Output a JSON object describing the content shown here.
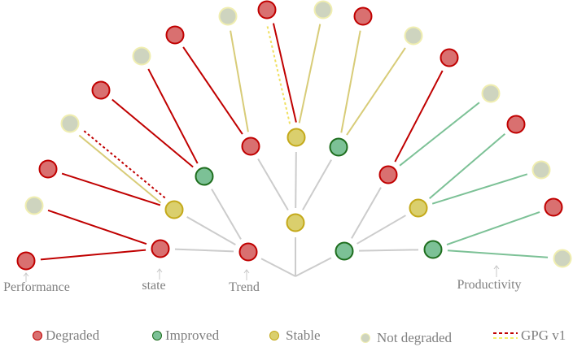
{
  "axis_labels": {
    "performance": "Performance",
    "state": "state",
    "trend": "Trend",
    "productivity": "Productivity"
  },
  "legend": {
    "degraded": "Degraded",
    "improved": "Improved",
    "stable": "Stable",
    "not_degraded": "Not degraded",
    "gpg": "GPG v1"
  },
  "colors": {
    "degraded": {
      "fill": "#d97070",
      "stroke": "#c00000"
    },
    "improved": {
      "fill": "#7cc196",
      "stroke": "#1e6e1e"
    },
    "stable": {
      "fill": "#dacf6d",
      "stroke": "#c4a91a"
    },
    "not_degraded": {
      "fill": "#ced4bf",
      "stroke": "#f0eeb0"
    },
    "edge_gray": "#cccccc",
    "edge_red": "#c00000",
    "edge_yellow": "#d8cc78",
    "edge_green": "#7cc196"
  },
  "nodes": [
    {
      "id": "t-red",
      "status": "degraded"
    },
    {
      "id": "t-yel",
      "status": "stable"
    },
    {
      "id": "t-grn",
      "status": "improved"
    },
    {
      "id": "s1",
      "status": "degraded"
    },
    {
      "id": "s2",
      "status": "stable"
    },
    {
      "id": "s3",
      "status": "improved"
    },
    {
      "id": "s4",
      "status": "degraded"
    },
    {
      "id": "s5",
      "status": "stable"
    },
    {
      "id": "s6",
      "status": "improved"
    },
    {
      "id": "s7",
      "status": "degraded"
    },
    {
      "id": "s8",
      "status": "stable"
    },
    {
      "id": "s9",
      "status": "improved"
    },
    {
      "id": "p1",
      "status": "degraded"
    },
    {
      "id": "p2",
      "status": "not_degraded"
    },
    {
      "id": "p3",
      "status": "degraded"
    },
    {
      "id": "p4",
      "status": "not_degraded"
    },
    {
      "id": "p5",
      "status": "degraded"
    },
    {
      "id": "p6",
      "status": "not_degraded"
    },
    {
      "id": "p7",
      "status": "degraded"
    },
    {
      "id": "p8",
      "status": "not_degraded"
    },
    {
      "id": "p9",
      "status": "degraded"
    },
    {
      "id": "p10",
      "status": "not_degraded"
    },
    {
      "id": "p11",
      "status": "degraded"
    },
    {
      "id": "p12",
      "status": "not_degraded"
    },
    {
      "id": "p13",
      "status": "degraded"
    },
    {
      "id": "p14",
      "status": "not_degraded"
    },
    {
      "id": "p15",
      "status": "degraded"
    },
    {
      "id": "p16",
      "status": "not_degraded"
    },
    {
      "id": "p17",
      "status": "degraded"
    },
    {
      "id": "p18",
      "status": "not_degraded"
    }
  ],
  "edges": [
    {
      "from": "root",
      "to": "t-red",
      "color": "gray"
    },
    {
      "from": "root",
      "to": "t-yel",
      "color": "gray"
    },
    {
      "from": "root",
      "to": "t-grn",
      "color": "gray"
    },
    {
      "from": "t-red",
      "to": "s1",
      "color": "gray"
    },
    {
      "from": "t-red",
      "to": "s2",
      "color": "gray"
    },
    {
      "from": "t-red",
      "to": "s3",
      "color": "gray"
    },
    {
      "from": "t-yel",
      "to": "s4",
      "color": "gray"
    },
    {
      "from": "t-yel",
      "to": "s5",
      "color": "gray"
    },
    {
      "from": "t-yel",
      "to": "s6",
      "color": "gray"
    },
    {
      "from": "t-grn",
      "to": "s7",
      "color": "gray"
    },
    {
      "from": "t-grn",
      "to": "s8",
      "color": "gray"
    },
    {
      "from": "t-grn",
      "to": "s9",
      "color": "gray"
    },
    {
      "from": "s1",
      "to": "p1",
      "color": "red"
    },
    {
      "from": "s1",
      "to": "p2",
      "color": "red"
    },
    {
      "from": "s2",
      "to": "p3",
      "color": "red"
    },
    {
      "from": "s2",
      "to": "p4",
      "color": "yellow",
      "gpg": true
    },
    {
      "from": "s3",
      "to": "p5",
      "color": "red"
    },
    {
      "from": "s3",
      "to": "p6",
      "color": "red"
    },
    {
      "from": "s4",
      "to": "p7",
      "color": "red"
    },
    {
      "from": "s4",
      "to": "p8",
      "color": "yellow"
    },
    {
      "from": "s5",
      "to": "p9",
      "color": "red",
      "gpg": true
    },
    {
      "from": "s5",
      "to": "p10",
      "color": "yellow"
    },
    {
      "from": "s6",
      "to": "p11",
      "color": "yellow"
    },
    {
      "from": "s6",
      "to": "p12",
      "color": "yellow"
    },
    {
      "from": "s7",
      "to": "p13",
      "color": "red"
    },
    {
      "from": "s7",
      "to": "p14",
      "color": "green"
    },
    {
      "from": "s8",
      "to": "p15",
      "color": "green"
    },
    {
      "from": "s8",
      "to": "p16",
      "color": "green"
    },
    {
      "from": "s9",
      "to": "p17",
      "color": "green"
    },
    {
      "from": "s9",
      "to": "p18",
      "color": "green"
    }
  ]
}
